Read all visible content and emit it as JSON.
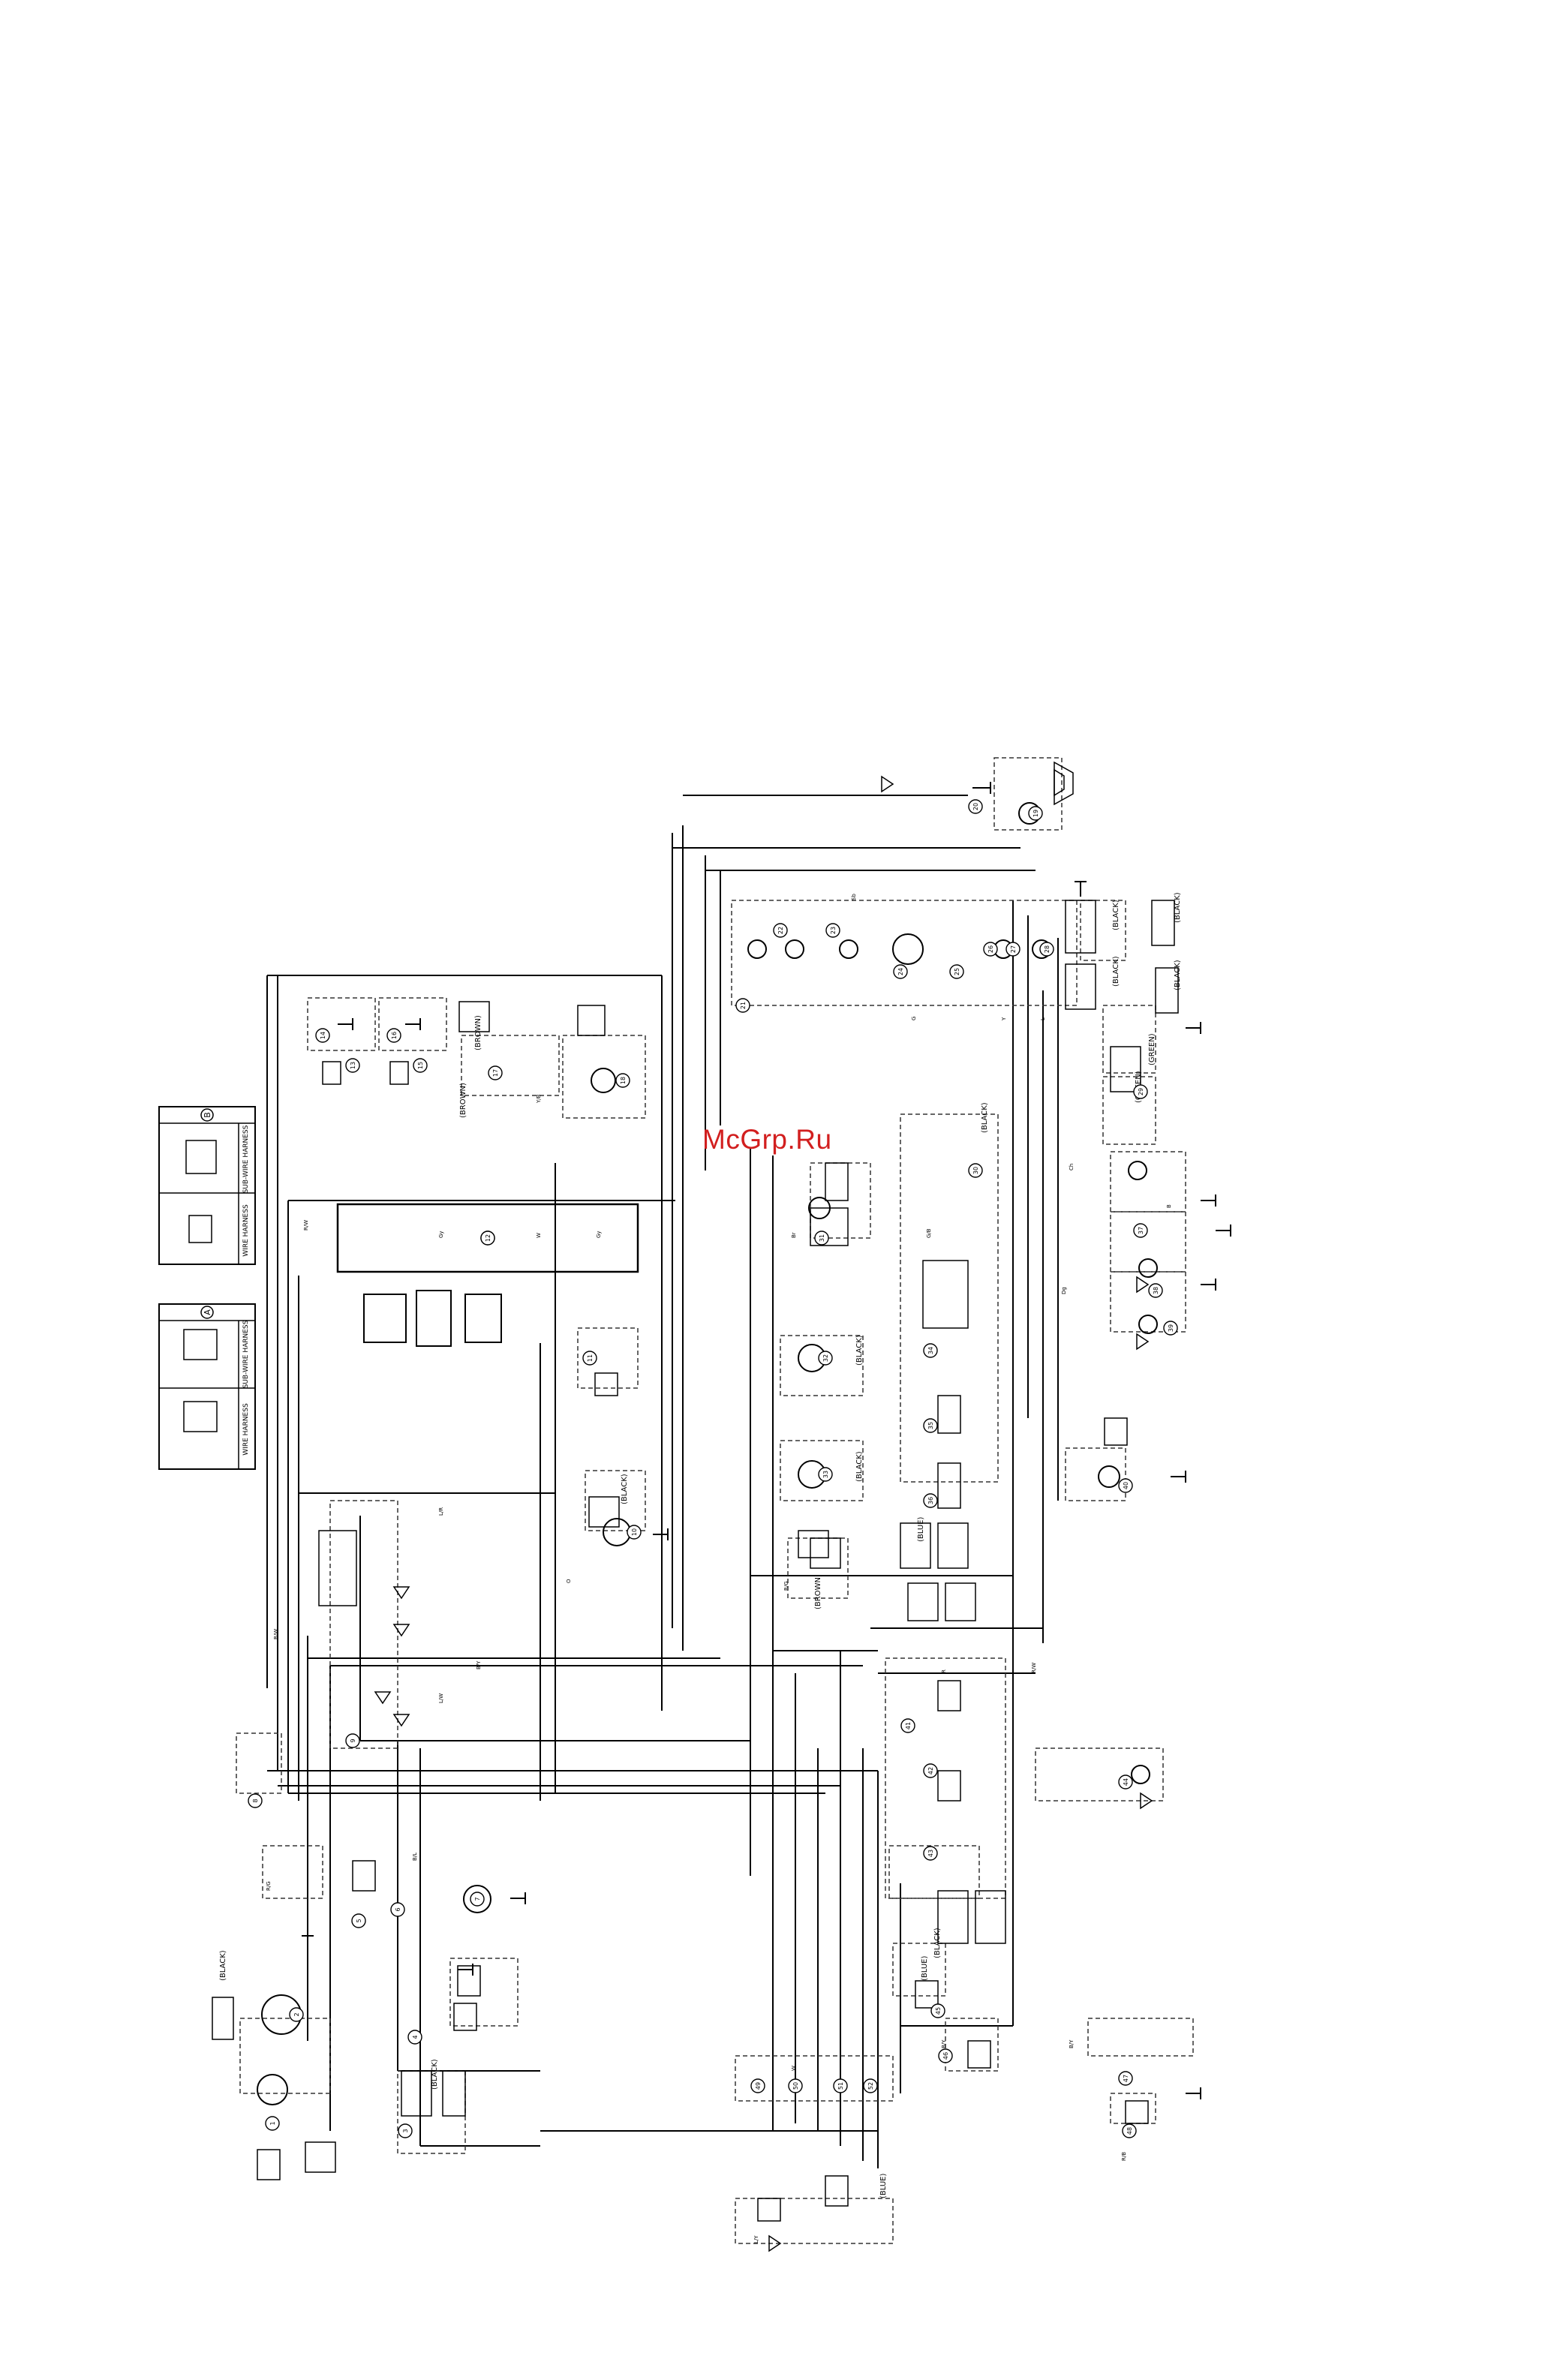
{
  "watermark": "McGrp.Ru",
  "legend": {
    "panel_a": {
      "letter": "A",
      "left_label": "WIRE HARNESS",
      "right_label": "SUB-WIRE HARNESS"
    },
    "panel_b": {
      "letter": "B",
      "left_label": "WIRE HARNESS",
      "right_label": "SUB-WIRE HARNESS"
    }
  },
  "connector_colors": [
    {
      "id": "black_1",
      "text": "(BLACK)"
    },
    {
      "id": "black_2",
      "text": "(BLACK)"
    },
    {
      "id": "black_3",
      "text": "(BLACK)"
    },
    {
      "id": "black_4",
      "text": "(BLACK)"
    },
    {
      "id": "black_5",
      "text": "(BLACK)"
    },
    {
      "id": "black_6",
      "text": "(BLACK)"
    },
    {
      "id": "black_7",
      "text": "(BLACK)"
    },
    {
      "id": "black_8",
      "text": "(BLACK)"
    },
    {
      "id": "black_9",
      "text": "(BLACK)"
    },
    {
      "id": "black_10",
      "text": "(BLACK)"
    },
    {
      "id": "black_11",
      "text": "(BLACK)"
    },
    {
      "id": "brown_1",
      "text": "(BROWN)"
    },
    {
      "id": "brown_2",
      "text": "(BROWN)"
    },
    {
      "id": "brown_3",
      "text": "(BROWN)"
    },
    {
      "id": "green_1",
      "text": "(GREEN)"
    },
    {
      "id": "green_2",
      "text": "(GREEN)"
    },
    {
      "id": "blue_1",
      "text": "(BLUE)"
    },
    {
      "id": "blue_2",
      "text": "(BLUE)"
    },
    {
      "id": "blue_3",
      "text": "(BLUE)"
    }
  ],
  "wire_codes": [
    "R/W",
    "B/L",
    "R/G",
    "Gy",
    "B/Y",
    "L/R",
    "L/W",
    "Y/B",
    "Br",
    "G/B",
    "Sb",
    "Dg",
    "Ch",
    "W",
    "Y",
    "B",
    "R",
    "L",
    "G",
    "O",
    "L/Y",
    "R/B"
  ],
  "component_numbers": [
    "1",
    "2",
    "3",
    "4",
    "5",
    "6",
    "7",
    "8",
    "9",
    "10",
    "11",
    "12",
    "13",
    "14",
    "15",
    "16",
    "17",
    "18",
    "19",
    "20",
    "21",
    "22",
    "23",
    "24",
    "25",
    "26",
    "27",
    "28",
    "29",
    "30",
    "31",
    "32",
    "33",
    "34",
    "35",
    "36",
    "37",
    "38",
    "39",
    "40",
    "41",
    "42",
    "43",
    "44",
    "45",
    "46",
    "47",
    "48",
    "49",
    "50",
    "51",
    "52"
  ],
  "colors": {
    "line": "#000000",
    "dashed_box": "#333333",
    "watermark": "#d21f1f"
  }
}
